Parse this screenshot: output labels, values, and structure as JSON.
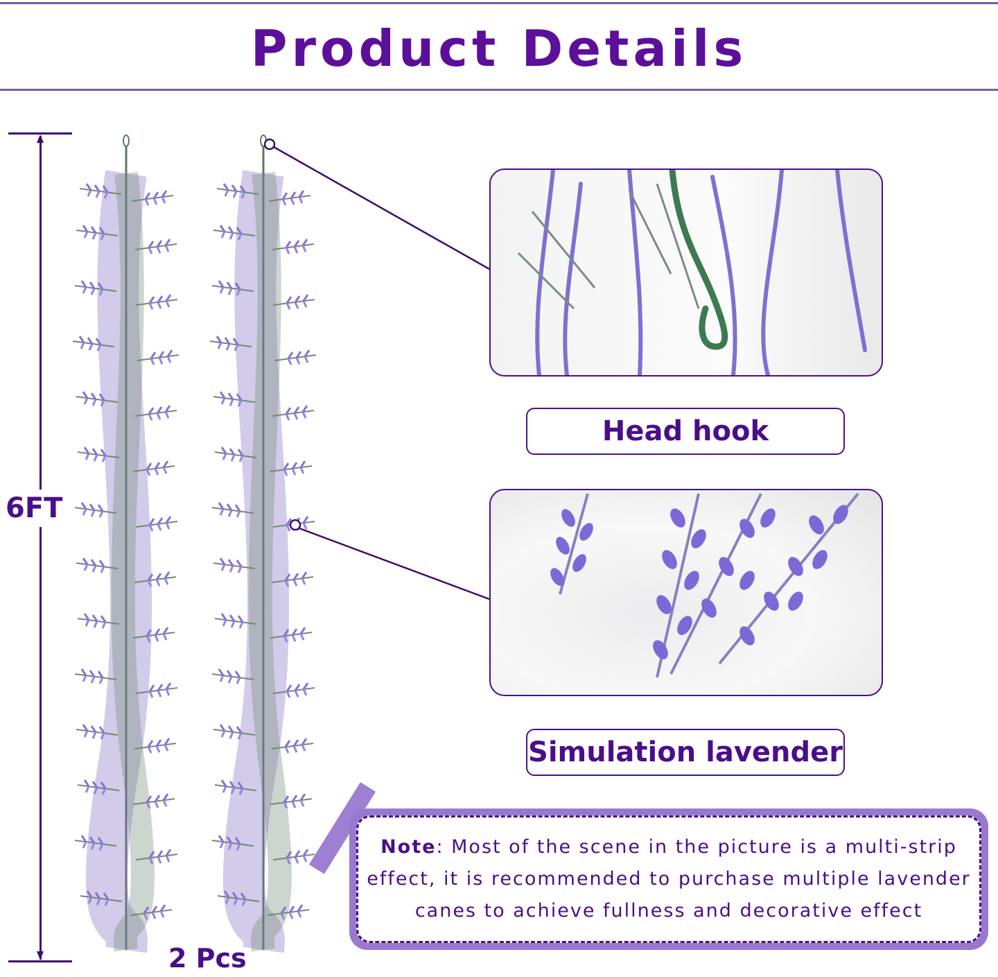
{
  "header": {
    "title": "Product Details"
  },
  "dimension": {
    "height_label": "6FT",
    "quantity_label": "2 Pcs"
  },
  "callouts": [
    {
      "label": "Head hook",
      "image_subject": "green-wire-hook-with-lavender"
    },
    {
      "label": "Simulation lavender",
      "image_subject": "lavender-flower-closeup"
    }
  ],
  "note": {
    "prefix": "Note",
    "line1": ": Most of the scene in the picture is a multi-strip",
    "line2": "effect, it is recommended to purchase multiple lavender",
    "line3": "canes to achieve fullness and decorative effect"
  },
  "colors": {
    "accent": "#4a0e8a",
    "title": "#5b0f9a",
    "rule": "#7a5aa0",
    "note_frame": "#9879cf",
    "lavender": "#8a70d8",
    "foliage": "#6f8a74"
  }
}
